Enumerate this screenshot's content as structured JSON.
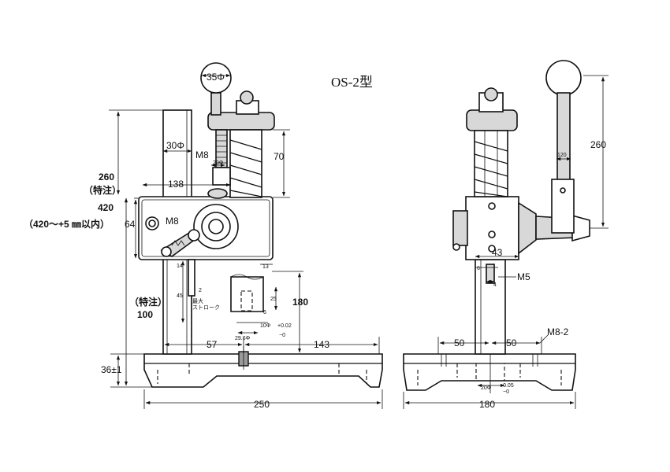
{
  "title": "OS-2型",
  "front_view": {
    "ball_dia": "35Φ",
    "column_dia": "30Φ",
    "bolt_thread": "M8",
    "spring_stop": "20Φ",
    "spring_height": "70",
    "width_138": "138",
    "height_260": "260",
    "special_note_1": "（特注）",
    "height_420": "420",
    "range_note": "（420～+5 ㎜以内）",
    "block_height": "64",
    "hole_m8": "M8",
    "dim_13": "13",
    "dim_14": "14",
    "dim_2": "2",
    "dim_45": "45",
    "max_stroke": "最大\nストローク",
    "max_stroke_line1": "最大",
    "max_stroke_line2": "ストローク",
    "dim_25": "25",
    "dim_6": "6",
    "dim_180": "180",
    "special_note_2": "（特注）",
    "dim_100": "100",
    "punch_dia": "10Φ",
    "punch_tol_upper": "+0.02",
    "punch_tol_lower": "−0",
    "base_hole": "29.6Φ",
    "dim_57": "57",
    "dim_143": "143",
    "base_height": "36±1",
    "base_width": "250"
  },
  "side_view": {
    "lever_length": "260",
    "dim_120": "120",
    "dim_43": "43",
    "dim_6": "6",
    "thread_m5": "M5",
    "dim_4": "4",
    "dim_50_left": "50",
    "dim_50_right": "50",
    "mount_bolts": "M8-2",
    "base_hole": "20Φ",
    "base_tol_upper": "+0.05",
    "base_tol_lower": "−0",
    "base_width": "180"
  }
}
